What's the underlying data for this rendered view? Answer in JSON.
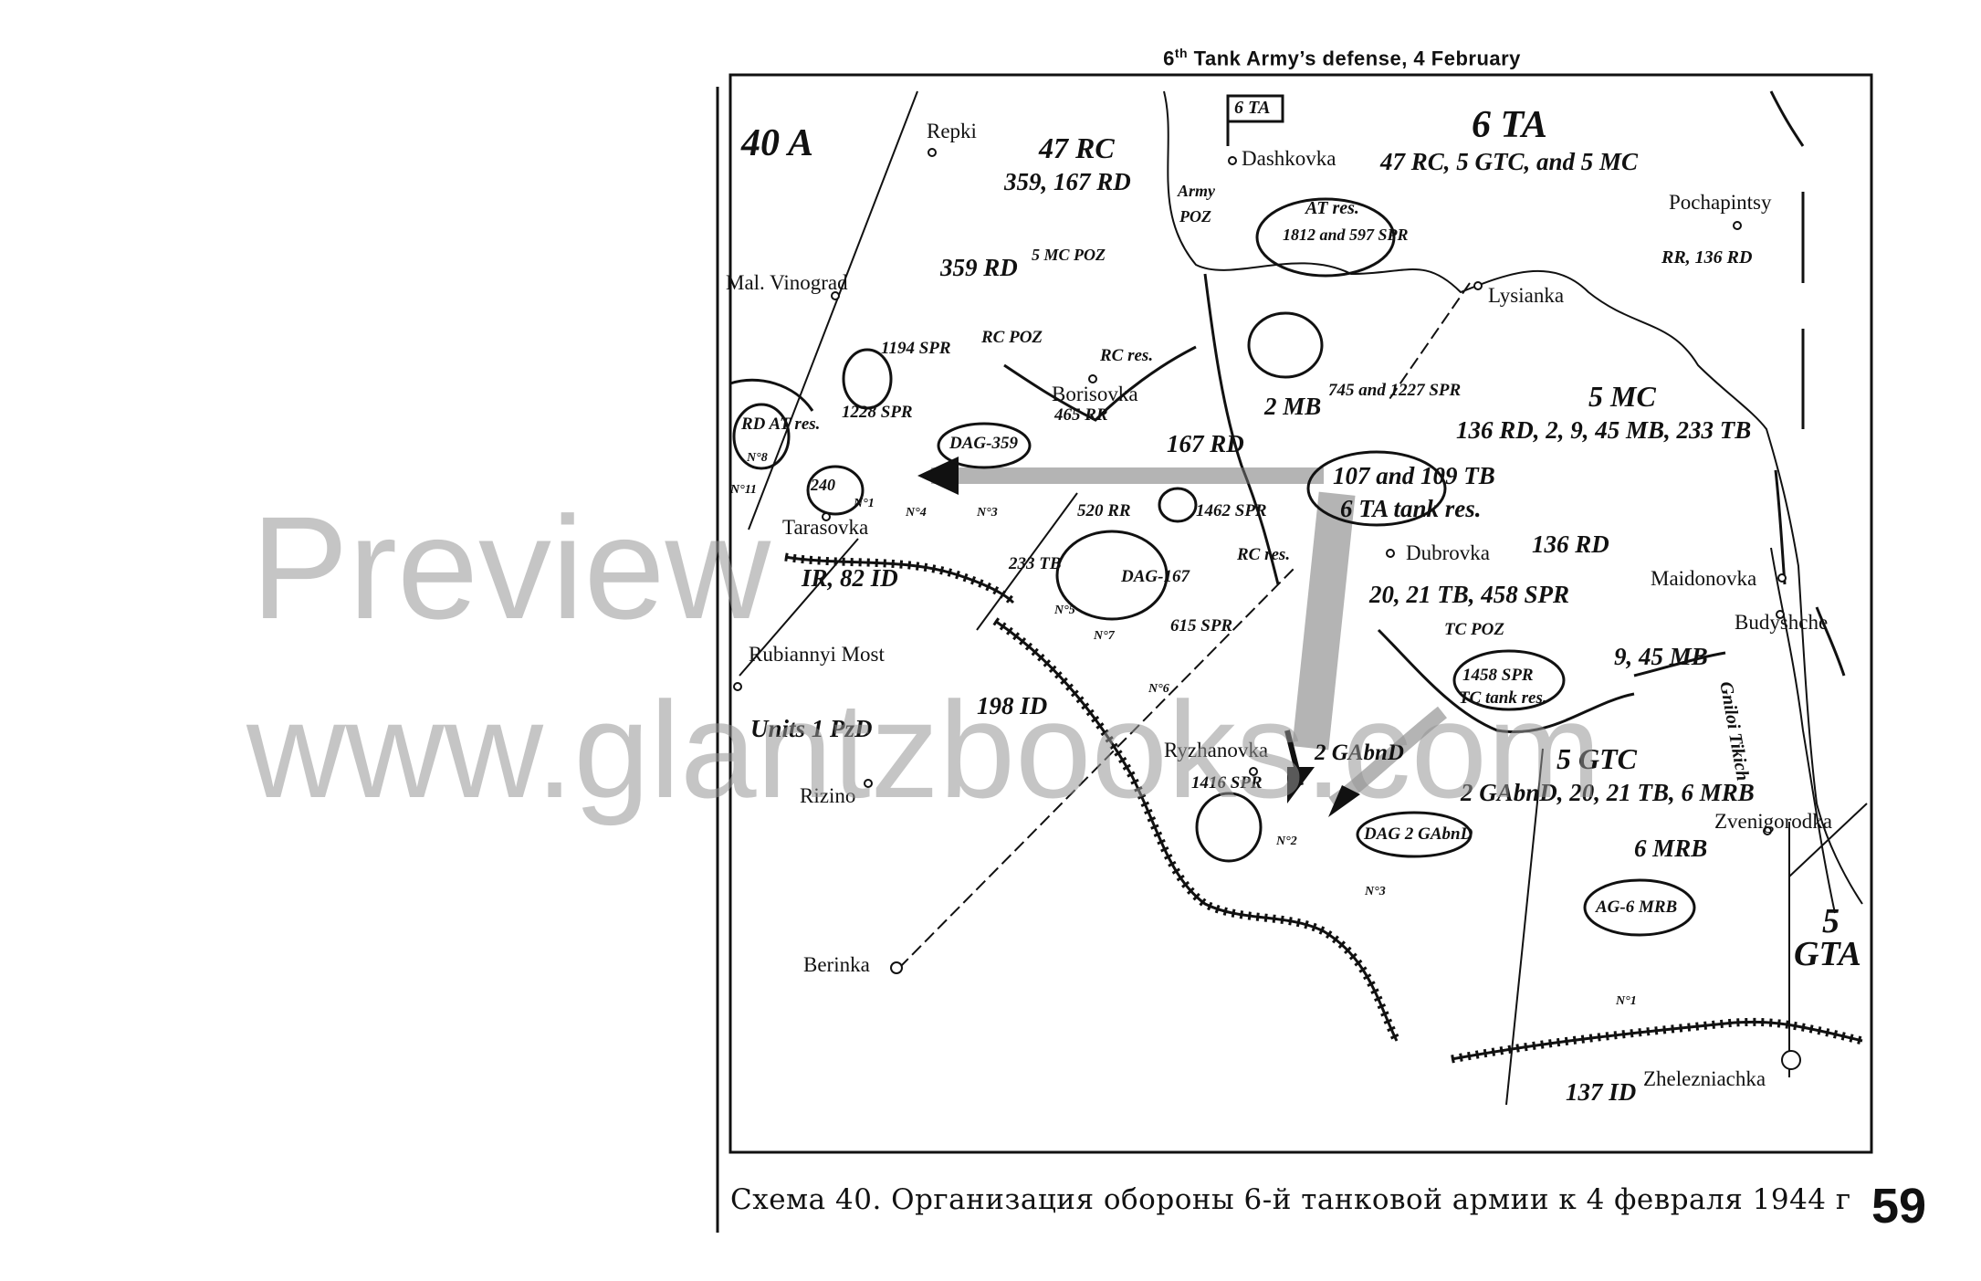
{
  "title": {
    "prefix": "6",
    "sup": "th",
    "rest": " Tank Army’s defense, 4 February"
  },
  "caption": "Схема 40. Организация обороны 6-й танковой армии к 4 февраля 1944 г",
  "page_number": "59",
  "watermark": {
    "line1": "Preview",
    "line2": "www.glantzbooks.com"
  },
  "armies": {
    "a40": "40 A",
    "ta6": "6 TA",
    "ta6_box": "6 TA",
    "gta5_a": "5",
    "gta5_b": "GTA"
  },
  "towns": {
    "repki": "Repki",
    "dashkovka": "Dashkovka",
    "pochapintsy": "Pochapintsy",
    "mal_vinograd": "Mal. Vinograd",
    "lysianka": "Lysianka",
    "borisovka": "Borisovka",
    "tarasovka": "Tarasovka",
    "dubrovka": "Dubrovka",
    "maidonovka": "Maidonovka",
    "budyshche": "Budyshche",
    "rubiannyi_most": "Rubiannyi Most",
    "ryzhanovka": "Ryzhanovka",
    "rizino": "Rizino",
    "zvenigorodka": "Zvenigorodka",
    "berinka": "Berinka",
    "zhelezniachka": "Zhelezniachka",
    "gniloi_tikich": "Gniloi Tikich"
  },
  "units": {
    "rc47": "47 RC",
    "rc47_sub": "359, 167 RD",
    "ta6_sub": "47 RC, 5 GTC, and 5 MC",
    "army_poz": "Army",
    "army_poz2": "POZ",
    "at_res": "AT res.",
    "at_res_sub": "1812 and 597 SPR",
    "rr_136": "RR, 136 RD",
    "rd_359": "359 RD",
    "mc5_poz": "5 MC POZ",
    "spr_1194": "1194 SPR",
    "rc_poz": "RC POZ",
    "rc_res": "RC res.",
    "rr_465": "465 RR",
    "spr_1228": "1228 SPR",
    "rd_at_res": "RD AT res.",
    "dag_359": "DAG-359",
    "rd_167": "167 RD",
    "mb_2": "2 MB",
    "spr_745": "745 and 1227 SPR",
    "mc5": "5 MC",
    "mc5_sub": "136 RD, 2, 9, 45 MB, 233 TB",
    "tb_107": "107 and 109 TB",
    "ta6_tank_res": "6 TA tank res.",
    "n240": "240",
    "n1_a": "N°1",
    "n8": "N°8",
    "n11": "N°11",
    "n4": "N°4",
    "n3": "N°3",
    "rr_520": "520 RR",
    "spr_1462": "1462 SPR",
    "rc_res2": "RC res.",
    "rd_136": "136 RD",
    "ir82": "IR, 82 ID",
    "tb_233": "233 TB",
    "dag_167": "DAG-167",
    "tb_20_21": "20, 21 TB, 458 SPR",
    "tc_poz": "TC POZ",
    "spr_615": "615 SPR",
    "n7": "N°7",
    "n6": "N°6",
    "n5": "N°5",
    "spr_1458": "1458 SPR",
    "tc_tank_res": "TC tank res.",
    "mb_9_45": "9, 45 MB",
    "units_1pzd": "Units 1 PzD",
    "id_198": "198 ID",
    "gabnd_2": "2 GAbnD",
    "gtc5": "5 GTC",
    "gtc5_sub": "2 GAbnD, 20, 21 TB, 6 MRB",
    "spr_1416": "1416 SPR",
    "n2": "N°2",
    "dag_2gabnd": "DAG 2 GAbnD",
    "mrb_6": "6 MRB",
    "ag_6mrb": "AG-6 MRB",
    "n3_b": "N°3",
    "n1_b": "N°1",
    "id_137": "137 ID"
  }
}
